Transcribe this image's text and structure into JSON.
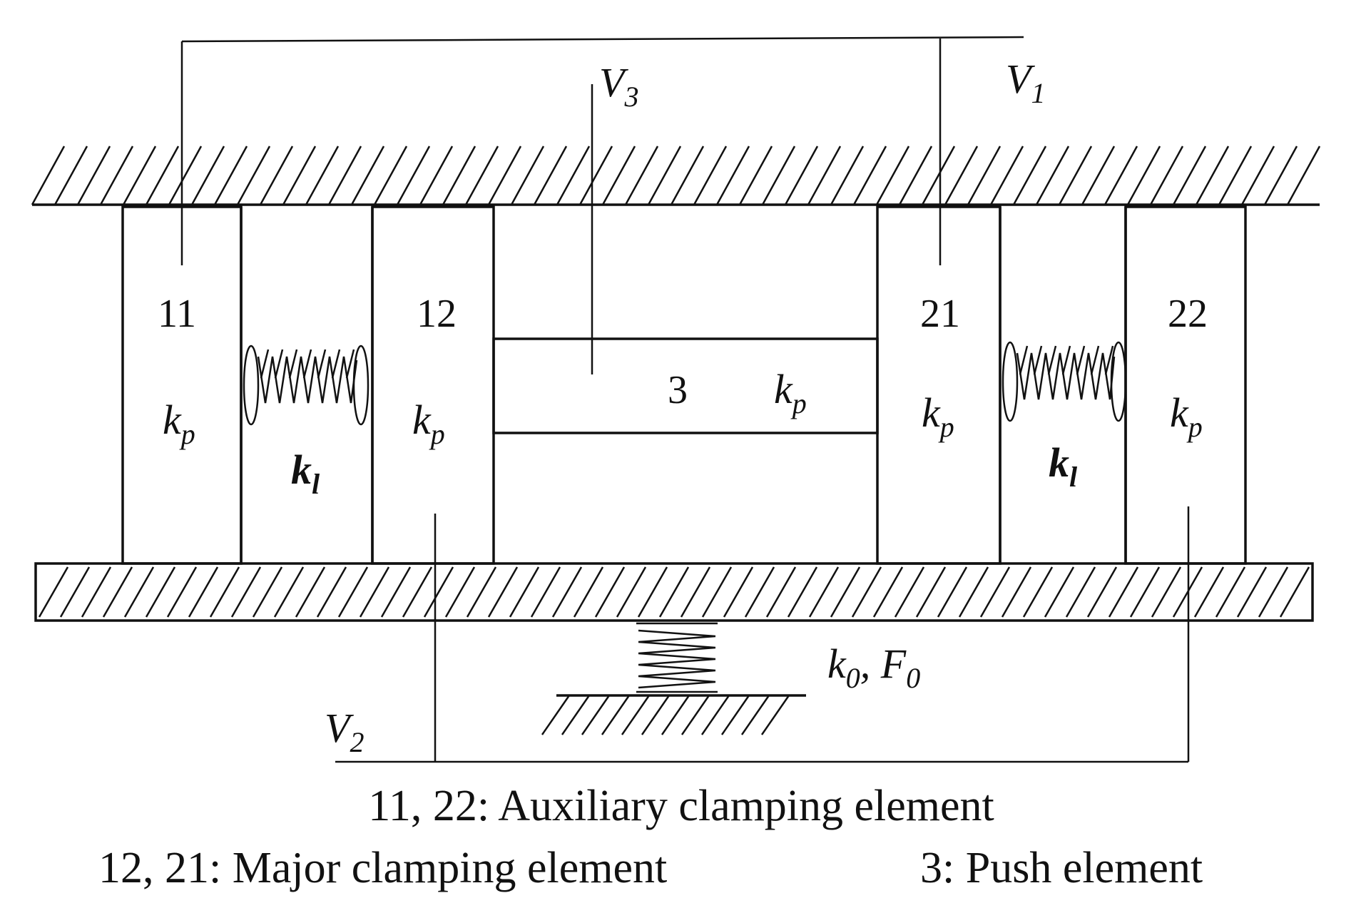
{
  "symbols": {
    "v1": {
      "main": "V",
      "sub": "1"
    },
    "v2": {
      "main": "V",
      "sub": "2"
    },
    "v3": {
      "main": "V",
      "sub": "3"
    },
    "kp": {
      "main": "k",
      "sub": "p"
    },
    "kl": {
      "main": "k",
      "sub": "l"
    },
    "k0f0": {
      "k": "k",
      "k_sub": "0",
      "sep": ", ",
      "f": "F",
      "f_sub": "0"
    }
  },
  "elements": {
    "e11": "11",
    "e12": "12",
    "e21": "21",
    "e22": "22",
    "e3": "3"
  },
  "legend": {
    "line1": "11, 22: Auxiliary clamping element",
    "line2_left": "12, 21: Major clamping element",
    "line2_right": "3: Push element"
  }
}
